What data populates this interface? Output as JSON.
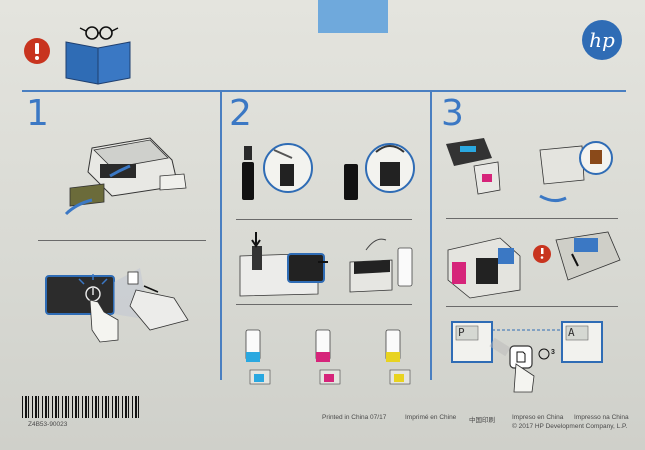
{
  "brand": {
    "logo_text": "hp",
    "color": "#2f6cb5"
  },
  "accent_blue": "#3b78c4",
  "steps": [
    {
      "number": "1"
    },
    {
      "number": "2"
    },
    {
      "number": "3"
    }
  ],
  "panel3": {
    "display_left": "P",
    "display_right": "A",
    "timer_label": "3"
  },
  "footer": {
    "barcode_id": "Z4B53-90023",
    "printed_en": "Printed in China 07/17",
    "printed_fr": "Imprimé en Chine",
    "printed_zh": "中国印刷",
    "printed_es": "Impreso en China",
    "printed_pt": "Impresso na China",
    "copyright": "© 2017 HP Development Company, L.P."
  }
}
